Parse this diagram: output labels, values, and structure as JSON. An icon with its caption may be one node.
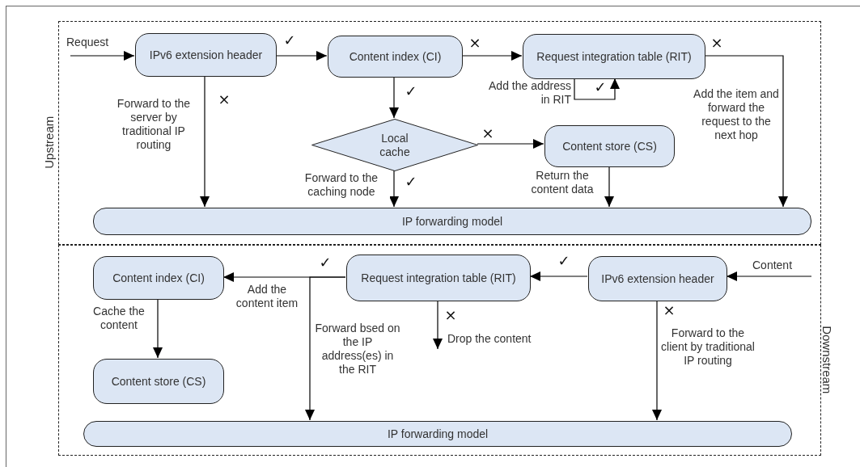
{
  "diagram": {
    "nodes": [
      {
        "text": [
          "Upstream"
        ]
      },
      {
        "text": [
          "IPv6 extension header"
        ],
        "in": 0
      },
      {
        "text": [
          "Content index (CI)"
        ],
        "in": 0
      },
      {
        "text": [
          "Request integration table (RIT)"
        ],
        "in": 0
      },
      {
        "text": [
          "Local cache"
        ],
        "in": 0
      },
      {
        "text": [
          "Content store (CS)"
        ],
        "in": 0
      },
      {
        "text": [
          "IP forwarding model"
        ],
        "in": 0
      },
      {
        "text": [
          "Downstream"
        ]
      },
      {
        "text": [
          "Content index (CI)"
        ],
        "in": 7
      },
      {
        "text": [
          "Request integration table (RIT)"
        ],
        "in": 7
      },
      {
        "text": [
          "IPv6 extension header"
        ],
        "in": 7
      },
      {
        "text": [
          "Content store (CS)"
        ],
        "in": 7
      },
      {
        "text": [
          "IP forwarding model"
        ],
        "in": 7
      }
    ],
    "edges": [
      {
        "from": null,
        "to": 1,
        "arrow": "to",
        "label": "Request"
      },
      {
        "from": 1,
        "to": 2,
        "arrow": "to"
      },
      {
        "from": 2,
        "to": 3,
        "arrow": "to"
      },
      {
        "from": 1,
        "to": 6,
        "arrow": "to",
        "label": "Forward to the server by traditional IP routing"
      },
      {
        "from": 2,
        "to": 4,
        "arrow": "to"
      },
      {
        "from": 4,
        "to": 5,
        "arrow": "to"
      },
      {
        "from": 3,
        "to": 3,
        "arrow": "to",
        "label": "Add the address in RIT"
      },
      {
        "from": 3,
        "to": 6,
        "arrow": "to",
        "label": "Add the item and forward the request to the next hop"
      },
      {
        "from": 4,
        "to": 6,
        "arrow": "to",
        "label": "Forward to the caching node"
      },
      {
        "from": 5,
        "to": 6,
        "arrow": "to",
        "label": "Return the content data"
      },
      {
        "from": null,
        "to": 10,
        "arrow": "to",
        "label": "Content"
      },
      {
        "from": 10,
        "to": 9,
        "arrow": "to"
      },
      {
        "from": 9,
        "to": 8,
        "arrow": "to",
        "label": "Add the content item"
      },
      {
        "from": 9,
        "to": 12,
        "arrow": "to",
        "label": "Forward bsed on the IP address(es) in the RIT"
      },
      {
        "from": 9,
        "to": null,
        "arrow": "to",
        "label": "Drop the content"
      },
      {
        "from": 8,
        "to": 11,
        "arrow": "to",
        "label": "Cache the content"
      },
      {
        "from": 10,
        "to": 12,
        "arrow": "to",
        "label": "Forward to the client by traditional IP routing"
      }
    ],
    "labels": [
      "✓",
      "×",
      "×",
      "×",
      "✓",
      "✓",
      "×",
      "✓",
      "✓",
      "✓",
      "×",
      "×"
    ]
  }
}
